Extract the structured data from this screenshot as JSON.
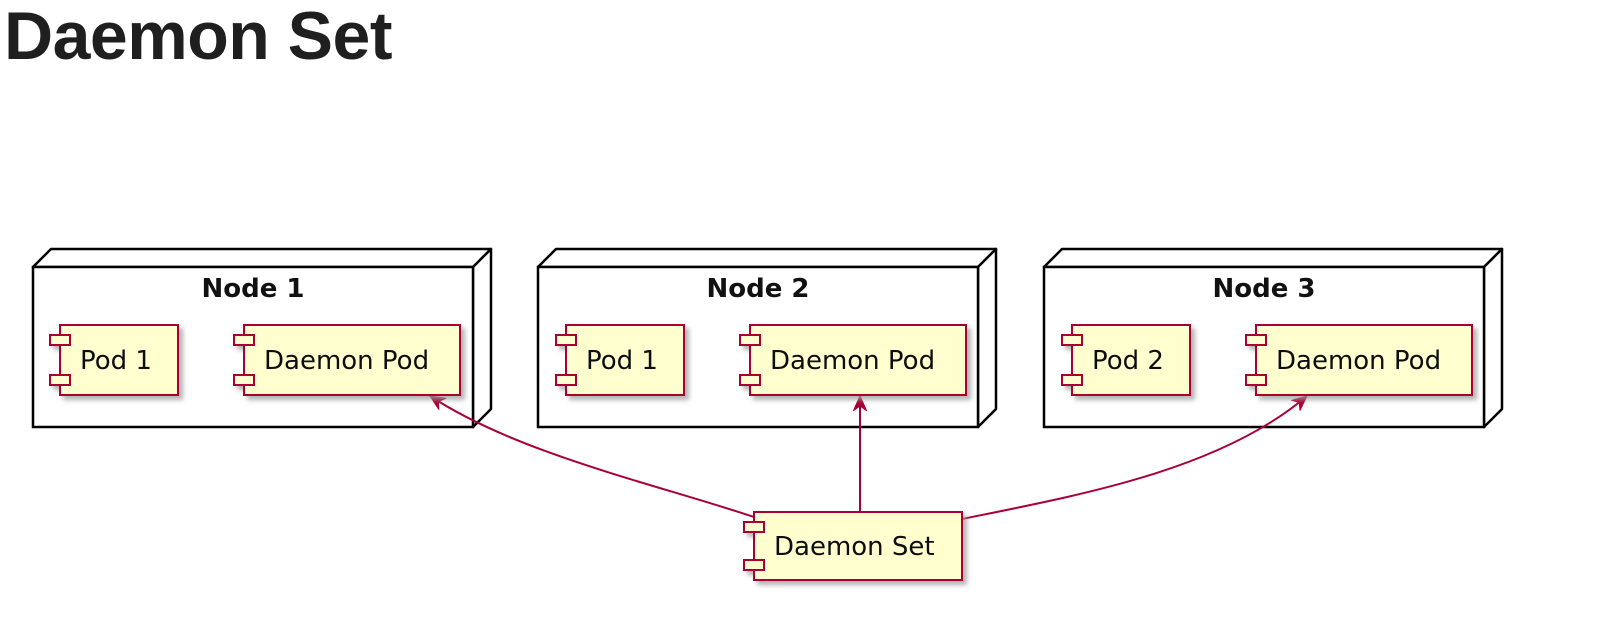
{
  "page": {
    "title": "Daemon Set"
  },
  "colors": {
    "component_fill": "#FEFECE",
    "component_stroke": "#A80036",
    "node_stroke": "#000000",
    "arrow": "#A80036",
    "shadow": "#bdbdbd"
  },
  "diagram": {
    "nodes": [
      {
        "id": "node1",
        "title": "Node 1",
        "components": [
          {
            "id": "n1-pod",
            "label": "Pod 1"
          },
          {
            "id": "n1-daemon",
            "label": "Daemon Pod"
          }
        ]
      },
      {
        "id": "node2",
        "title": "Node 2",
        "components": [
          {
            "id": "n2-pod",
            "label": "Pod 1"
          },
          {
            "id": "n2-daemon",
            "label": "Daemon Pod"
          }
        ]
      },
      {
        "id": "node3",
        "title": "Node 3",
        "components": [
          {
            "id": "n3-pod",
            "label": "Pod 2"
          },
          {
            "id": "n3-daemon",
            "label": "Daemon Pod"
          }
        ]
      }
    ],
    "controller": {
      "id": "daemonset",
      "label": "Daemon Set"
    },
    "edges": [
      {
        "from": "daemonset",
        "to": "n1-daemon"
      },
      {
        "from": "daemonset",
        "to": "n2-daemon"
      },
      {
        "from": "daemonset",
        "to": "n3-daemon"
      }
    ]
  }
}
